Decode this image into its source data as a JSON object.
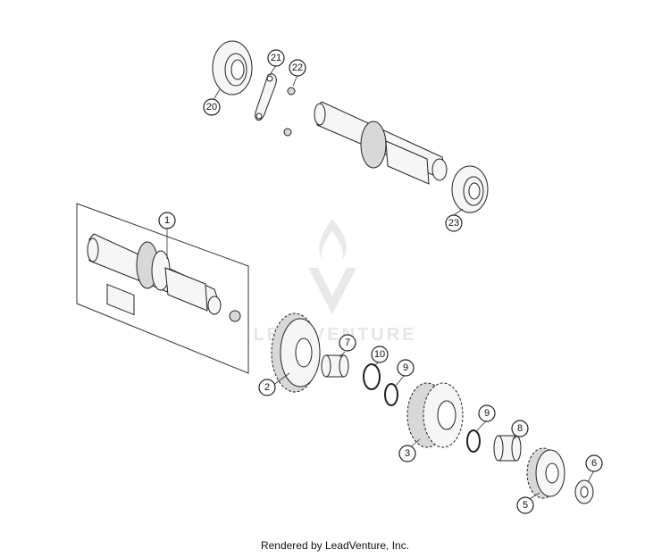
{
  "watermark": {
    "text": "LEADVENTURE"
  },
  "credit": "Rendered by LeadVenture, Inc.",
  "callouts": [
    {
      "id": "c1",
      "label": "1"
    },
    {
      "id": "c2",
      "label": "2"
    },
    {
      "id": "c3",
      "label": "3"
    },
    {
      "id": "c5",
      "label": "5"
    },
    {
      "id": "c6",
      "label": "6"
    },
    {
      "id": "c7",
      "label": "7"
    },
    {
      "id": "c8",
      "label": "8"
    },
    {
      "id": "c9a",
      "label": "9"
    },
    {
      "id": "c9b",
      "label": "9"
    },
    {
      "id": "c10",
      "label": "10"
    },
    {
      "id": "c20",
      "label": "20"
    },
    {
      "id": "c21",
      "label": "21"
    },
    {
      "id": "c22",
      "label": "22"
    },
    {
      "id": "c23",
      "label": "23"
    }
  ]
}
